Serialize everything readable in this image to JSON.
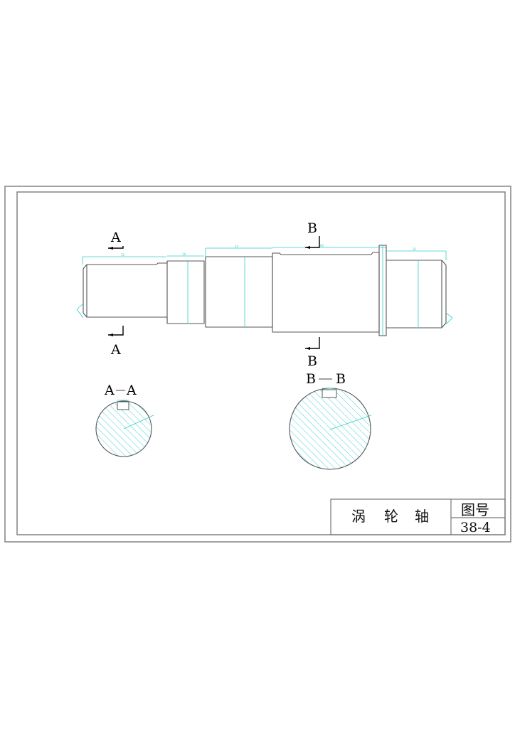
{
  "drawing": {
    "title": "涡 轮 轴",
    "title_block": {
      "part_name_chars": [
        "涡",
        "轮",
        "轴"
      ],
      "drawing_no_label": "图号",
      "drawing_no_value": "38-4"
    },
    "section_marks": {
      "a_top": "A",
      "a_bottom": "A",
      "b_top": "B",
      "b_bottom": "B"
    },
    "section_views": {
      "aa_label": "A—A",
      "bb_label": "B—B",
      "aa_label_left": "A",
      "aa_label_right": "A",
      "bb_label_left": "B",
      "bb_label_right": "B"
    },
    "colors": {
      "outline": "#555555",
      "dimension": "#33cccc",
      "hatch": "#33cccc",
      "frame": "#8a8a8a",
      "text": "#000000"
    }
  }
}
